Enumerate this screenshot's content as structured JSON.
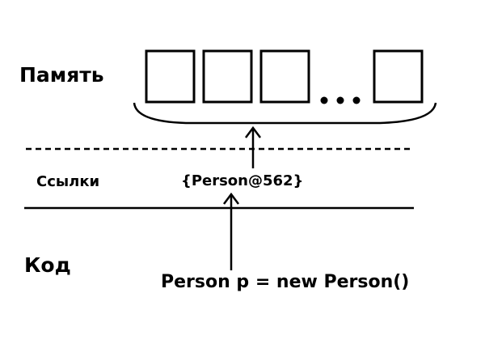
{
  "labels": {
    "memory": "Память",
    "references": "Ссылки",
    "code": "Код"
  },
  "reference_value": "{Person@562}",
  "code_line": "Person p = new Person()",
  "memory_cells": {
    "visible_before_ellipsis": 3,
    "visible_after_ellipsis": 1,
    "ellipsis": "…"
  },
  "colors": {
    "ink": "#000000",
    "background": "#ffffff"
  }
}
